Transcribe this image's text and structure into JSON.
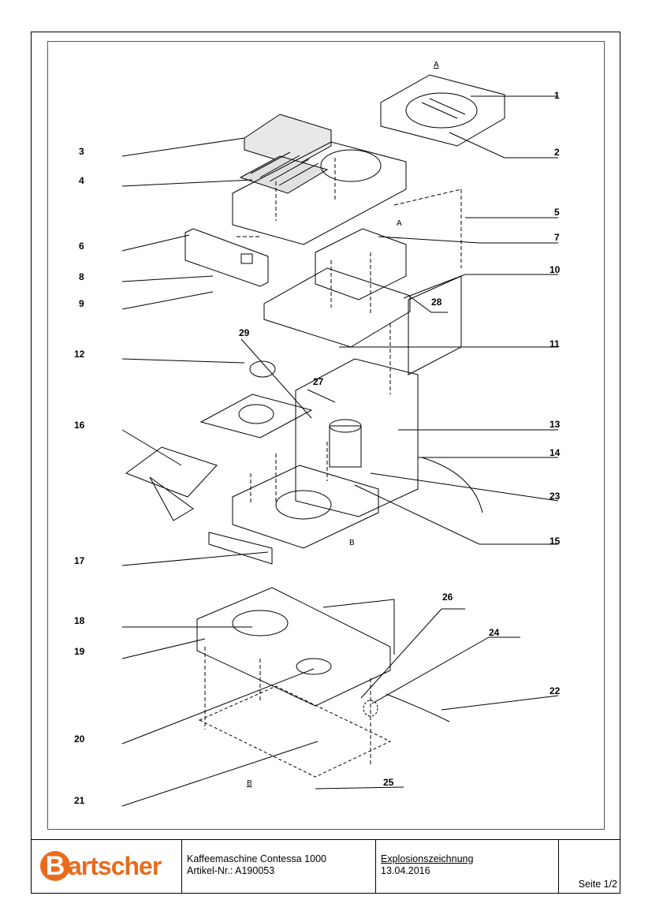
{
  "drawing": {
    "callouts": [
      "1",
      "2",
      "3",
      "4",
      "5",
      "6",
      "7",
      "8",
      "9",
      "10",
      "11",
      "12",
      "13",
      "14",
      "15",
      "16",
      "17",
      "18",
      "19",
      "20",
      "21",
      "22",
      "23",
      "24",
      "25",
      "26",
      "27",
      "28",
      "29"
    ],
    "view_labels": {
      "a_top": "A",
      "b_bottom": "B",
      "arrow_a": "A",
      "arrow_b": "B"
    }
  },
  "title_block": {
    "brand": {
      "initial": "B",
      "rest": "artscher",
      "color": "#e96b1c"
    },
    "product_name": "Kaffeemaschine Contessa 1000",
    "article_no": "Artikel-Nr.: A190053",
    "doc_type": "Explosionszeichnung",
    "date": "13.04.2016",
    "page": "Seite 1/2"
  }
}
